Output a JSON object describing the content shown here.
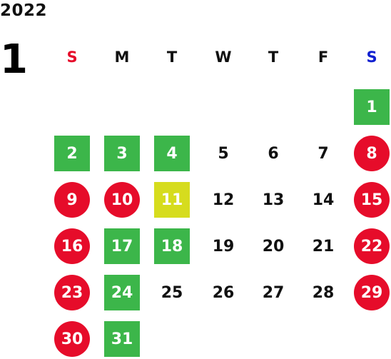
{
  "year": "2022",
  "month": "1",
  "weekdays": [
    {
      "label": "S",
      "color": "#e60c2a"
    },
    {
      "label": "M",
      "color": "#111111"
    },
    {
      "label": "T",
      "color": "#111111"
    },
    {
      "label": "W",
      "color": "#111111"
    },
    {
      "label": "T",
      "color": "#111111"
    },
    {
      "label": "F",
      "color": "#111111"
    },
    {
      "label": "S",
      "color": "#1020d0"
    }
  ],
  "colors": {
    "green": "#3cb64a",
    "yellow": "#d6dc1e",
    "red": "#e60c2a"
  },
  "days": [
    {
      "label": "1",
      "week": 0,
      "dow": 6,
      "style": "green"
    },
    {
      "label": "2",
      "week": 1,
      "dow": 0,
      "style": "green"
    },
    {
      "label": "3",
      "week": 1,
      "dow": 1,
      "style": "green"
    },
    {
      "label": "4",
      "week": 1,
      "dow": 2,
      "style": "green"
    },
    {
      "label": "5",
      "week": 1,
      "dow": 3,
      "style": "plain"
    },
    {
      "label": "6",
      "week": 1,
      "dow": 4,
      "style": "plain"
    },
    {
      "label": "7",
      "week": 1,
      "dow": 5,
      "style": "plain"
    },
    {
      "label": "8",
      "week": 1,
      "dow": 6,
      "style": "red"
    },
    {
      "label": "9",
      "week": 2,
      "dow": 0,
      "style": "red"
    },
    {
      "label": "10",
      "week": 2,
      "dow": 1,
      "style": "red"
    },
    {
      "label": "11",
      "week": 2,
      "dow": 2,
      "style": "yellow"
    },
    {
      "label": "12",
      "week": 2,
      "dow": 3,
      "style": "plain"
    },
    {
      "label": "13",
      "week": 2,
      "dow": 4,
      "style": "plain"
    },
    {
      "label": "14",
      "week": 2,
      "dow": 5,
      "style": "plain"
    },
    {
      "label": "15",
      "week": 2,
      "dow": 6,
      "style": "red"
    },
    {
      "label": "16",
      "week": 3,
      "dow": 0,
      "style": "red"
    },
    {
      "label": "17",
      "week": 3,
      "dow": 1,
      "style": "green"
    },
    {
      "label": "18",
      "week": 3,
      "dow": 2,
      "style": "green"
    },
    {
      "label": "19",
      "week": 3,
      "dow": 3,
      "style": "plain"
    },
    {
      "label": "20",
      "week": 3,
      "dow": 4,
      "style": "plain"
    },
    {
      "label": "21",
      "week": 3,
      "dow": 5,
      "style": "plain"
    },
    {
      "label": "22",
      "week": 3,
      "dow": 6,
      "style": "red"
    },
    {
      "label": "23",
      "week": 4,
      "dow": 0,
      "style": "red"
    },
    {
      "label": "24",
      "week": 4,
      "dow": 1,
      "style": "green"
    },
    {
      "label": "25",
      "week": 4,
      "dow": 2,
      "style": "plain"
    },
    {
      "label": "26",
      "week": 4,
      "dow": 3,
      "style": "plain"
    },
    {
      "label": "27",
      "week": 4,
      "dow": 4,
      "style": "plain"
    },
    {
      "label": "28",
      "week": 4,
      "dow": 5,
      "style": "plain"
    },
    {
      "label": "29",
      "week": 4,
      "dow": 6,
      "style": "red"
    },
    {
      "label": "30",
      "week": 5,
      "dow": 0,
      "style": "red"
    },
    {
      "label": "31",
      "week": 5,
      "dow": 1,
      "style": "green"
    }
  ]
}
